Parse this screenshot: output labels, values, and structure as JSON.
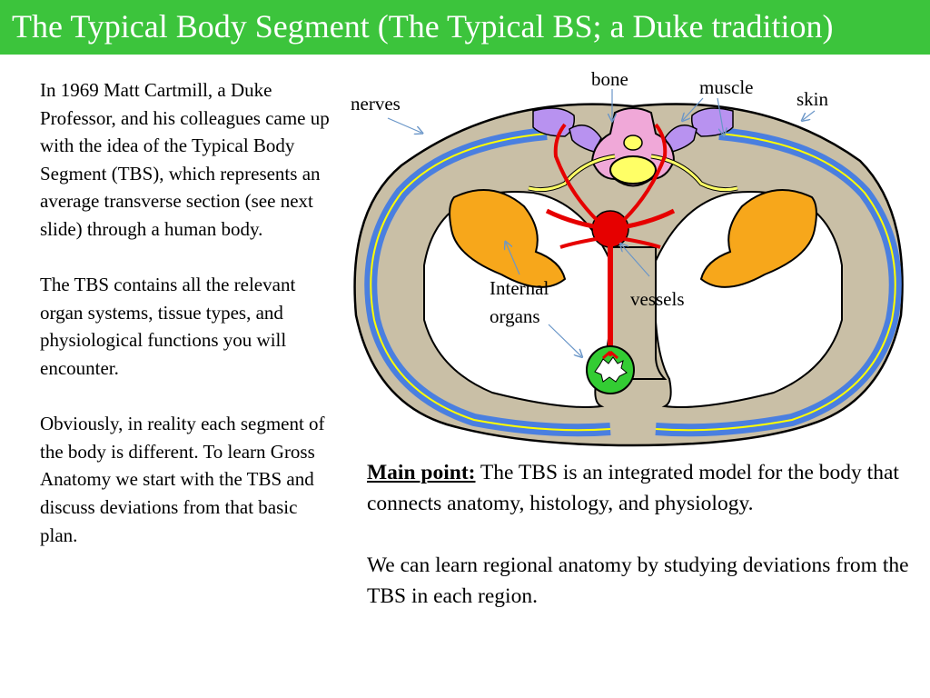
{
  "title": "The Typical Body Segment (The Typical BS; a Duke tradition)",
  "left_paragraphs": [
    "In 1969 Matt Cartmill, a Duke Professor, and his colleagues came up with the idea of the Typical Body Segment (TBS), which represents an average transverse section (see next slide) through a human body.",
    "The TBS contains all the relevant organ systems, tissue types, and physiological functions you will encounter.",
    "Obviously, in reality each segment of the body is different. To learn Gross Anatomy we start with the TBS and discuss deviations from that basic plan."
  ],
  "diagram": {
    "labels": {
      "bone": "bone",
      "muscle": "muscle",
      "skin": "skin",
      "nerves": "nerves",
      "internal_organs_line1": "Internal",
      "internal_organs_line2": "organs",
      "vessels": "vessels"
    },
    "colors": {
      "skin": "#c9bfa6",
      "nerve_band": "#4a7fe0",
      "nerve_line": "#ffff00",
      "muscle": "#b892f0",
      "bone": "#f0a8d8",
      "spinal_cord": "#ffff66",
      "organs": "#f7a71b",
      "vessels": "#e60000",
      "gut": "#33cc33",
      "outline": "#000000",
      "arrow": "#6a96c8"
    }
  },
  "main": {
    "label": "Main point:",
    "text": " The TBS is an integrated model for the body that connects anatomy, histology, and physiology.",
    "paragraph2": "We can learn regional anatomy by studying deviations from the TBS in each region."
  }
}
